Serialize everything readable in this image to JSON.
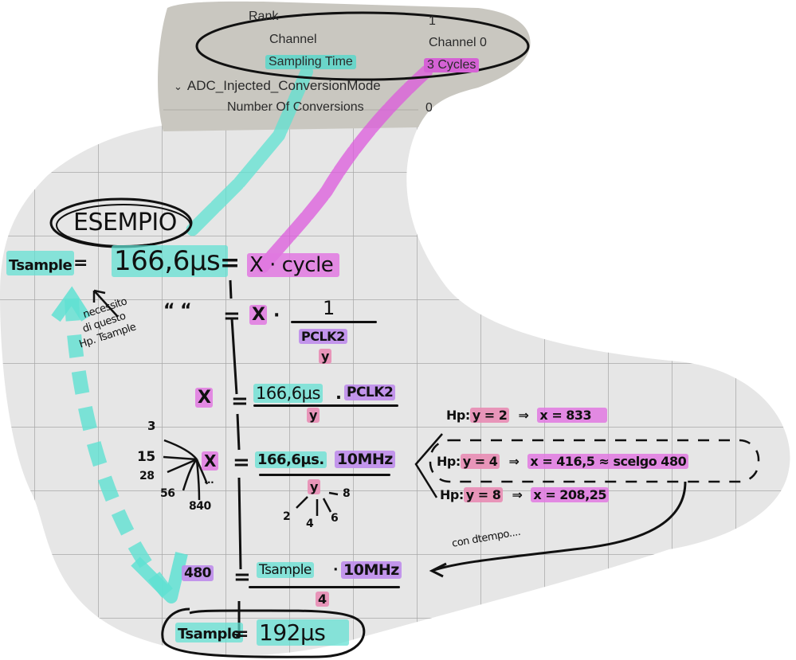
{
  "screenshot_panel": {
    "rows": [
      {
        "label": "Rank",
        "value": "1"
      },
      {
        "label": "Channel",
        "value": "Channel 0"
      },
      {
        "label": "Sampling Time",
        "value": "3 Cycles"
      }
    ],
    "section": {
      "label": "ADC_Injected_ConversionMode",
      "chevron": "chevron-down-icon"
    },
    "section_rows": [
      {
        "label": "Number Of Conversions",
        "value": "0"
      }
    ]
  },
  "notes": {
    "title": "ESEMPIO",
    "line1": {
      "lhs": "Tsample",
      "eq": "=",
      "value": "166,6µs",
      "eq2": "=",
      "rhs_x": "X",
      "rhs_rest": "· cycle"
    },
    "annotation": [
      "necessito",
      "di questo",
      "Hp. Tsample"
    ],
    "line2": {
      "lhs": "“  “",
      "eq": "=",
      "x": "X",
      "dot": "·",
      "num": "1",
      "den_top": "PCLK2",
      "den_bottom": "y"
    },
    "line3": {
      "x": "X",
      "eq": "=",
      "num_a": "166,6µs",
      "dot": ".",
      "num_b": "PCLK2",
      "den": "y"
    },
    "line4": {
      "x": "X",
      "eq": "=",
      "num_a": "166,6µs.",
      "num_b": "10MHz",
      "den": "y",
      "x_options": [
        "3",
        "15",
        "28",
        "56",
        "...",
        "840"
      ],
      "y_options": [
        "2",
        "4",
        "6",
        "8"
      ]
    },
    "hypotheses": [
      {
        "hp": "Hp:",
        "y": "y = 2",
        "arrow": "⇒",
        "x": "x = 833"
      },
      {
        "hp": "Hp:",
        "y": "y = 4",
        "arrow": "⇒",
        "x": "x = 416,5 ≈ scelgo 480"
      },
      {
        "hp": "Hp:",
        "y": "y = 8",
        "arrow": "⇒",
        "x": "x = 208,25"
      }
    ],
    "comment": "con dtempo....",
    "line5": {
      "lhs": "480",
      "eq": "=",
      "num_a": "Tsample",
      "dot": "·",
      "num_b": "10MHz",
      "den": "4"
    },
    "result": {
      "lhs": "Tsample",
      "eq": "=",
      "value": "192µs"
    }
  },
  "colors": {
    "cyan": "#6ad5c9",
    "magenta": "#d562d5",
    "purple": "#be8ceb",
    "pink": "#e88cb4",
    "grid_bg": "#e6e6e6",
    "ui_bg": "#c9c7c0"
  }
}
